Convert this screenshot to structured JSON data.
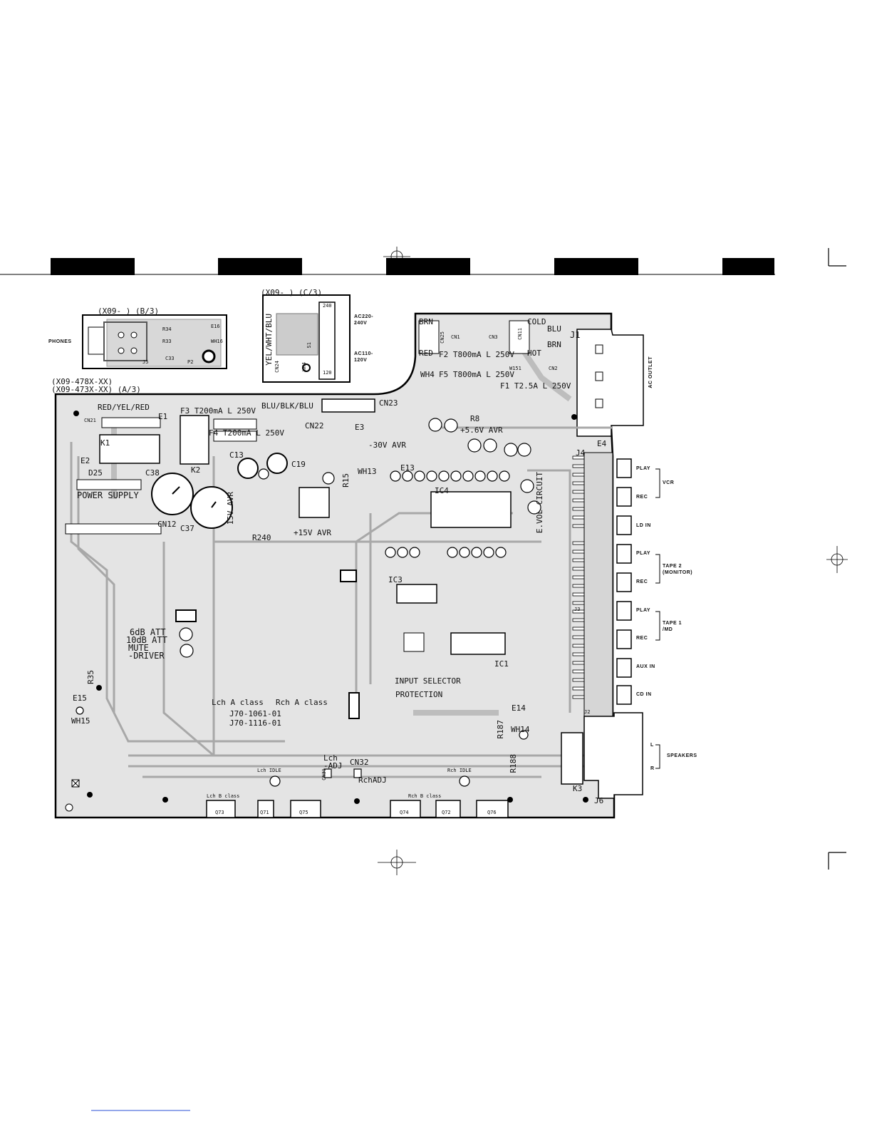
{
  "subboards": {
    "phones": {
      "ref": "(X09- ) (B/3)",
      "jack_label": "PHONES",
      "parts": [
        "R34",
        "R33",
        "E16",
        "WH16",
        "J5",
        "C33",
        "P2"
      ]
    },
    "voltage_selector": {
      "ref": "(X09- ) (C/3)",
      "top_pin": "240",
      "bottom_pin": "120",
      "ac_high": "AC220-\n240V",
      "ac_low": "AC110-\n120V",
      "wire_colors": "YEL/WHT/BLU",
      "parts": [
        "CN24",
        "S1",
        "WH4"
      ]
    }
  },
  "main_board": {
    "refs": [
      "(X09-478X-XX)",
      "(X09-473X-XX) (A/3)"
    ],
    "power": {
      "cn25_top": "BRN",
      "cn25_bottom": "RED",
      "cn25": "CN25",
      "f2": "F2  T800mA  L  250V",
      "f5": "F5  T800mA  L  250V",
      "wh4": "WH4",
      "cold": "COLD",
      "blu": "BLU",
      "brn": "BRN",
      "hot": "HOT",
      "cn11": "CN11",
      "f1": "F1  T2.5A  L  250V",
      "j1": "J1",
      "ac_outlet": "AC OUTLET",
      "cn1_1": "CN1",
      "cn2": "CN2",
      "cn3": "CN3",
      "w151": "W151"
    },
    "upper_left": {
      "wires1": "RED/YEL/RED",
      "cn21": "CN21",
      "e1": "E1",
      "k1": "K1",
      "f3": "F3  T200mA  L  250V",
      "f4": "F4  T200mA  L  250V",
      "k2": "K2",
      "wires2": "BLU/BLK/BLU",
      "cn22": "CN22",
      "cn23": "CN23",
      "e2": "E2",
      "d25": "D25",
      "c38": "C38",
      "power_supply": "POWER  SUPPLY",
      "c37": "C37",
      "cn12": "CN12",
      "c13": "C13",
      "c19": "C19",
      "avr15_vert": "15V AVR",
      "avr15": "+15V  AVR",
      "r240": "R240",
      "r15": "R15",
      "e3": "E3",
      "avr30": "-30V  AVR",
      "wh13": "WH13",
      "e13": "E13",
      "r8": "R8",
      "avr56": "+5.6V  AVR"
    },
    "center": {
      "ic4": "IC4",
      "evol": "E.VOL  CIRCUIT",
      "ic3": "IC3",
      "ic1": "IC1",
      "input_selector": "INPUT  SELECTOR",
      "protection": "PROTECTION",
      "e14": "E14",
      "wh14": "WH14",
      "r187": "R187",
      "r188": "R188",
      "lch_a": "Lch  A  class",
      "rch_a": "Rch  A  class",
      "j70a": "J70-1061-01",
      "j70b": "J70-1116-01"
    },
    "left": {
      "att6": "6dB  ATT",
      "att10": "10dB  ATT",
      "mute": "MUTE",
      "driver": "-DRIVER",
      "r35": "R35",
      "e15": "E15",
      "wh15": "WH15"
    },
    "bottom": {
      "lch_idle": "Lch  IDLE",
      "lch_adj": "Lch\n-ADJ",
      "cn31": "CN31",
      "cn32": "CN32",
      "rch_adj": "RchADJ",
      "rch_idle": "Rch  IDLE",
      "lch_b": "Lch  B  class",
      "rch_b": "Rch  B  class",
      "transistors": [
        "Q73",
        "Q71",
        "Q75",
        "Q74",
        "Q72",
        "Q76"
      ]
    },
    "right_jacks": {
      "j4": "J4",
      "e4": "E4",
      "j3": "J3",
      "j2": "J2",
      "j6": "J6",
      "k3": "K3",
      "groups": [
        {
          "rows": [
            "PLAY",
            "REC"
          ],
          "name": "VCR"
        },
        {
          "rows": [
            "LD  IN"
          ],
          "name": ""
        },
        {
          "rows": [
            "PLAY",
            "REC"
          ],
          "name": "TAPE 2\n(MONITOR)"
        },
        {
          "rows": [
            "PLAY",
            "REC"
          ],
          "name": "TAPE 1\n/MD"
        },
        {
          "rows": [
            "AUX  IN"
          ],
          "name": ""
        },
        {
          "rows": [
            "CD  IN"
          ],
          "name": ""
        }
      ],
      "speakers": {
        "l": "L",
        "r": "R",
        "label": "SPEAKERS"
      }
    }
  }
}
